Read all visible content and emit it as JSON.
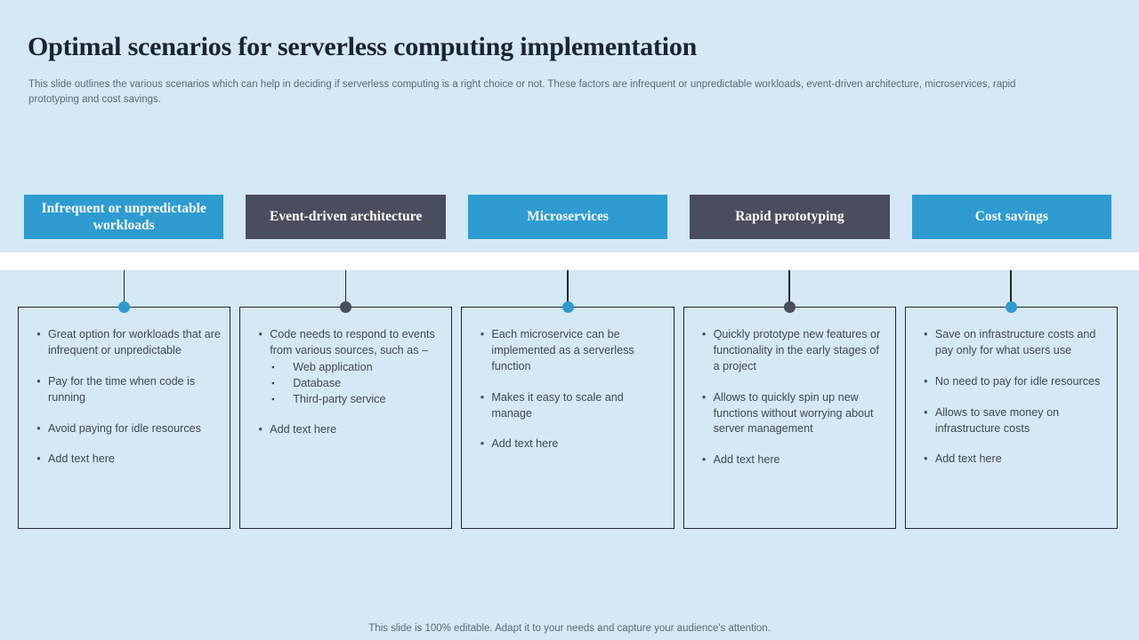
{
  "slide": {
    "title": "Optimal scenarios for serverless computing implementation",
    "subtitle": "This slide outlines the various scenarios which can help in deciding if serverless computing is a right choice or not.  These factors are infrequent or unpredictable workloads, event-driven architecture, microservices, rapid prototyping and cost savings.",
    "footer": "This slide is 100% editable. Adapt it to your needs and capture your audience's attention."
  },
  "colors": {
    "background": "#D5E8F5",
    "accent_blue": "#2E9BD1",
    "accent_dark": "#4A4D5E",
    "line": "#1F2733"
  },
  "columns": [
    {
      "id": "infrequent-workloads",
      "header": "Infrequent or unpredictable workloads",
      "variant": "blue",
      "bullets": [
        {
          "text": "Great option for workloads that are infrequent or unpredictable"
        },
        {
          "text": "Pay for the time when code is running"
        },
        {
          "text": "Avoid paying for idle resources"
        },
        {
          "text": "Add text here"
        }
      ]
    },
    {
      "id": "event-driven-architecture",
      "header": "Event-driven architecture",
      "variant": "dark",
      "bullets": [
        {
          "text": "Code needs to respond to events from various sources, such as –",
          "sub": [
            "Web application",
            "Database",
            "Third-party service"
          ]
        },
        {
          "text": "Add text here"
        }
      ]
    },
    {
      "id": "microservices",
      "header": "Microservices",
      "variant": "blue",
      "bullets": [
        {
          "text": "Each microservice can be implemented as a serverless function"
        },
        {
          "text": "Makes it easy to scale and manage"
        },
        {
          "text": "Add text here"
        }
      ]
    },
    {
      "id": "rapid-prototyping",
      "header": "Rapid prototyping",
      "variant": "dark",
      "bullets": [
        {
          "text": "Quickly prototype new features or functionality in the early stages of a project"
        },
        {
          "text": "Allows to quickly spin up new functions without worrying about server management"
        },
        {
          "text": "Add text here"
        }
      ]
    },
    {
      "id": "cost-savings",
      "header": "Cost savings",
      "variant": "blue",
      "bullets": [
        {
          "text": "Save on infrastructure costs and pay only for what users use"
        },
        {
          "text": "No need to pay for idle resources"
        },
        {
          "text": "Allows to save money on infrastructure costs"
        },
        {
          "text": "Add text here"
        }
      ]
    }
  ],
  "markers": {
    "bullet": "•",
    "sub_bullet": "▪"
  }
}
